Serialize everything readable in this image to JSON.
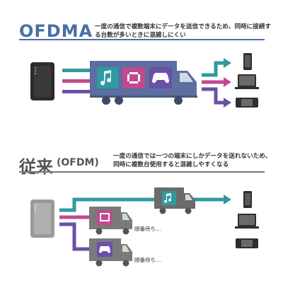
{
  "section1": {
    "title": "OFDMA",
    "subtitle": "一度の通信で複数端末にデータを送信できるため、同時に接続する台数が多いときに混雑しにくい"
  },
  "section2": {
    "title": "従来",
    "title_paren": "(OFDM)",
    "subtitle": "一度の通信では一つの端末にしかデータを送れないため、同時に複数台使用すると混雑しやすくなる",
    "wait_label_1": "順番待ち…",
    "wait_label_2": "順番待ち…"
  },
  "colors": {
    "accent_blue": "#4a6fa5",
    "teal": "#2f9aa0",
    "magenta": "#c04a8e",
    "purple": "#6b4fa8",
    "grey": "#7a7a7a"
  },
  "icons": [
    "router-icon",
    "truck-icon",
    "music-note-icon",
    "film-icon",
    "gamepad-icon",
    "desktop-icon",
    "laptop-icon",
    "handheld-console-icon"
  ]
}
